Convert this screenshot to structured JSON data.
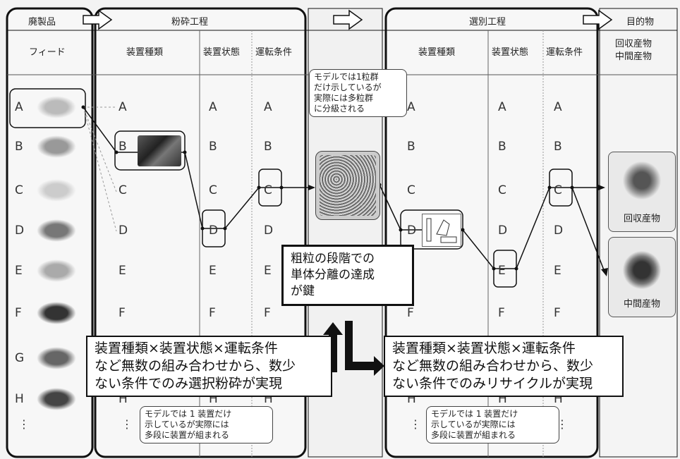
{
  "stages": {
    "waste": "廃製品",
    "crushing": "粉砕工程",
    "sorting": "選別工程",
    "target": "目的物"
  },
  "subheaders": {
    "feed": "フィード",
    "crush_type": "装置種類",
    "crush_state": "装置状態",
    "crush_cond": "運転条件",
    "sort_type": "装置種類",
    "sort_state": "装置状態",
    "sort_cond": "運転条件",
    "products_line1": "回収産物",
    "products_line2": "中間産物"
  },
  "letters": [
    "A",
    "B",
    "C",
    "D",
    "E",
    "F",
    "G",
    "H"
  ],
  "notes": {
    "particle_note": [
      "モデルでは1粒群",
      "だけ示しているが",
      "実際には多粒群",
      "に分級される"
    ],
    "crush_multi_note": [
      "モデルでは 1 装置だけ",
      "示しているが実際には",
      "多段に装置が組まれる"
    ],
    "sort_multi_note": [
      "モデルでは 1 装置だけ",
      "示しているが実際には",
      "多段に装置が組まれる"
    ]
  },
  "key_message": [
    "粗粒の段階での",
    "単体分離の達成",
    "が鍵"
  ],
  "crush_summary": [
    "装置種類×装置状態×運転条件",
    "など無数の組み合わせから、数少",
    "ない条件でのみ選択粉砕が実現"
  ],
  "sort_summary": [
    "装置種類×装置状態×運転条件",
    "など無数の組み合わせから、数少",
    "ない条件でのみリサイクルが実現"
  ],
  "outputs": {
    "recovered": "回収産物",
    "intermediate": "中間産物"
  },
  "icons": {
    "arrow": "right-arrow-icon",
    "device_photo": "crusher-photo-icon",
    "particles": "particle-photo-icon",
    "sorter": "sorter-device-icon"
  }
}
